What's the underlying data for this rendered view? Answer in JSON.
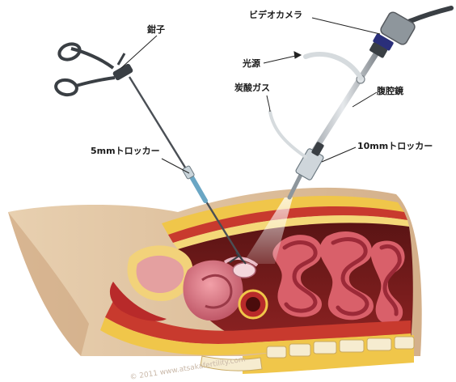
{
  "diagram": {
    "labels": {
      "video_camera": "ビデオカメラ",
      "forceps": "鉗子",
      "light_source": "光源",
      "co2_gas": "炭酸ガス",
      "laparoscope": "腹腔鏡",
      "trocar_5mm": "5mmトロッカー",
      "trocar_10mm": "10mmトロッカー"
    },
    "watermark": "© 2011 www.atsakafertility.com"
  }
}
